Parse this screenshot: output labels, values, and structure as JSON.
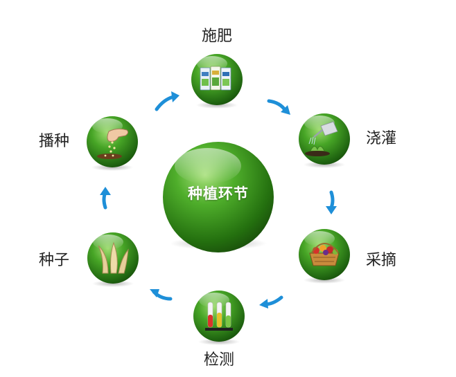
{
  "diagram": {
    "center": {
      "label": "种植环节",
      "icon": "center-sphere"
    },
    "steps": [
      {
        "key": "fertilize",
        "label": "施肥",
        "icon": "fertilizer-bags-icon"
      },
      {
        "key": "irrigate",
        "label": "浇灌",
        "icon": "watering-can-icon"
      },
      {
        "key": "harvest",
        "label": "采摘",
        "icon": "fruit-basket-icon"
      },
      {
        "key": "test",
        "label": "检测",
        "icon": "test-tubes-icon"
      },
      {
        "key": "seed",
        "label": "种子",
        "icon": "seed-sprout-icon"
      },
      {
        "key": "sow",
        "label": "播种",
        "icon": "sowing-hand-icon"
      }
    ],
    "colors": {
      "sphere_dark": "#1d5e12",
      "sphere_mid": "#3f9a24",
      "sphere_light": "#8fd35c",
      "arrow": "#1e8fd8",
      "label": "#222222"
    }
  }
}
